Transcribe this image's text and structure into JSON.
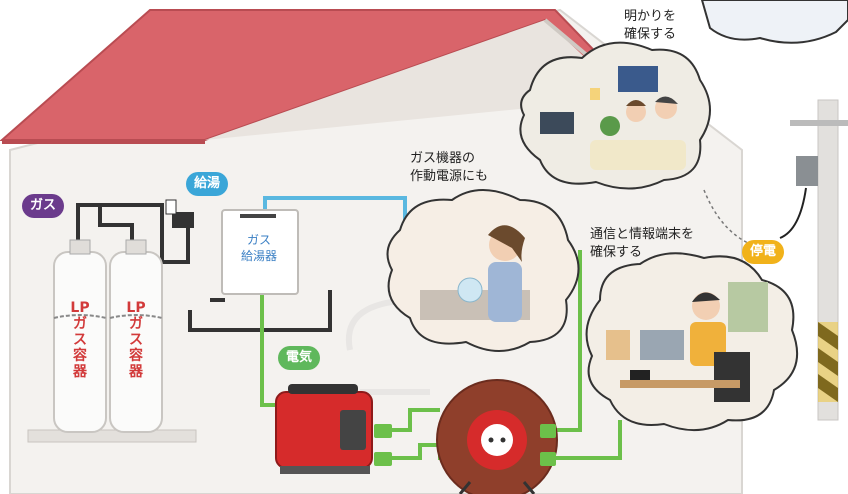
{
  "labels": {
    "gas_badge": "ガス",
    "hot_water_badge": "給湯",
    "electricity_badge": "電気",
    "outage_badge": "停電",
    "gas_heater": "ガス\n給湯器",
    "cylinder_1": "LPガス容器",
    "cylinder_2": "LPガス容器",
    "caption_light": "明かりを\n確保する",
    "caption_power": "ガス機器の\n作動電源にも",
    "caption_comm": "通信と情報端末を\n確保する"
  },
  "colors": {
    "roof": "#d9646a",
    "wall": "#f4f2ef",
    "gas_badge": "#6b3b8c",
    "hot_water_badge": "#3aa6d8",
    "electricity_badge": "#5fb85c",
    "outage_badge": "#f1b21a",
    "power_cable": "#6cc04a",
    "water_pipe": "#5ab8e0",
    "gas_pipe": "#333333",
    "generator": "#d62b2b"
  }
}
